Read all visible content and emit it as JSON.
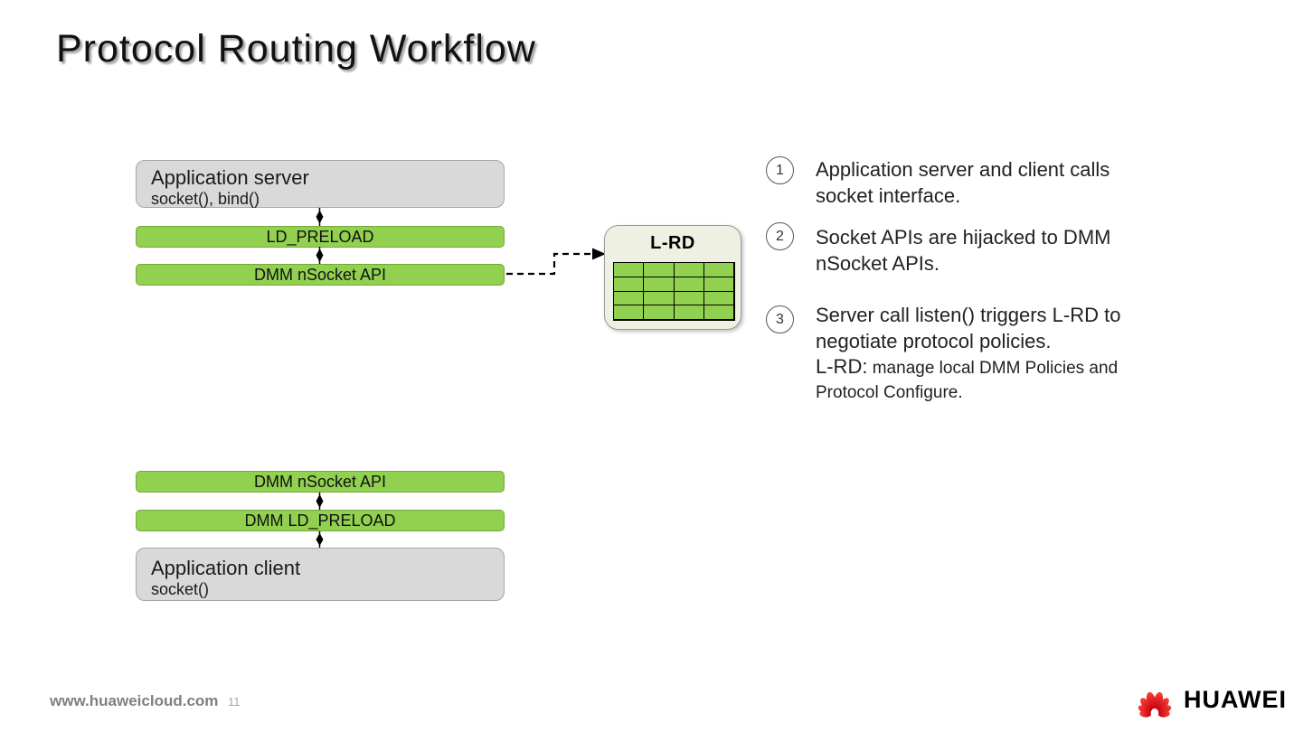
{
  "slide": {
    "title": "Protocol Routing Workflow"
  },
  "server_stack": {
    "app_title": "Application server",
    "app_sub": "socket(), bind()",
    "bar1": "LD_PRELOAD",
    "bar2": "DMM nSocket API"
  },
  "client_stack": {
    "bar1": "DMM nSocket API",
    "bar2": "DMM LD_PRELOAD",
    "app_title": "Application client",
    "app_sub": "socket()"
  },
  "lrd": {
    "label": "L-RD",
    "table": {
      "rows": 4,
      "cols": 4,
      "cell_color": "#92d050"
    }
  },
  "annotations": [
    {
      "number": "1",
      "lines": [
        "Application server and client calls",
        "socket interface."
      ]
    },
    {
      "number": "2",
      "lines": [
        "Socket APIs are hijacked to DMM",
        "nSocket APIs."
      ]
    },
    {
      "number": "3",
      "lines": [
        "Server call listen() triggers L-RD to",
        "negotiate protocol policies."
      ],
      "note_label": "L-RD:",
      "note_text": " manage local DMM Policies and Protocol Configure."
    }
  ],
  "footer": {
    "url": "www.huaweicloud.com",
    "page": "11",
    "brand": "HUAWEI",
    "logo_icon": "huawei-flower-icon"
  },
  "colors": {
    "bar_green": "#92d050",
    "box_gray": "#d9d9d9",
    "lrd_bg": "#eef0e2",
    "huawei_red": "#c7000b",
    "footer_gray": "#7f7f7f"
  }
}
